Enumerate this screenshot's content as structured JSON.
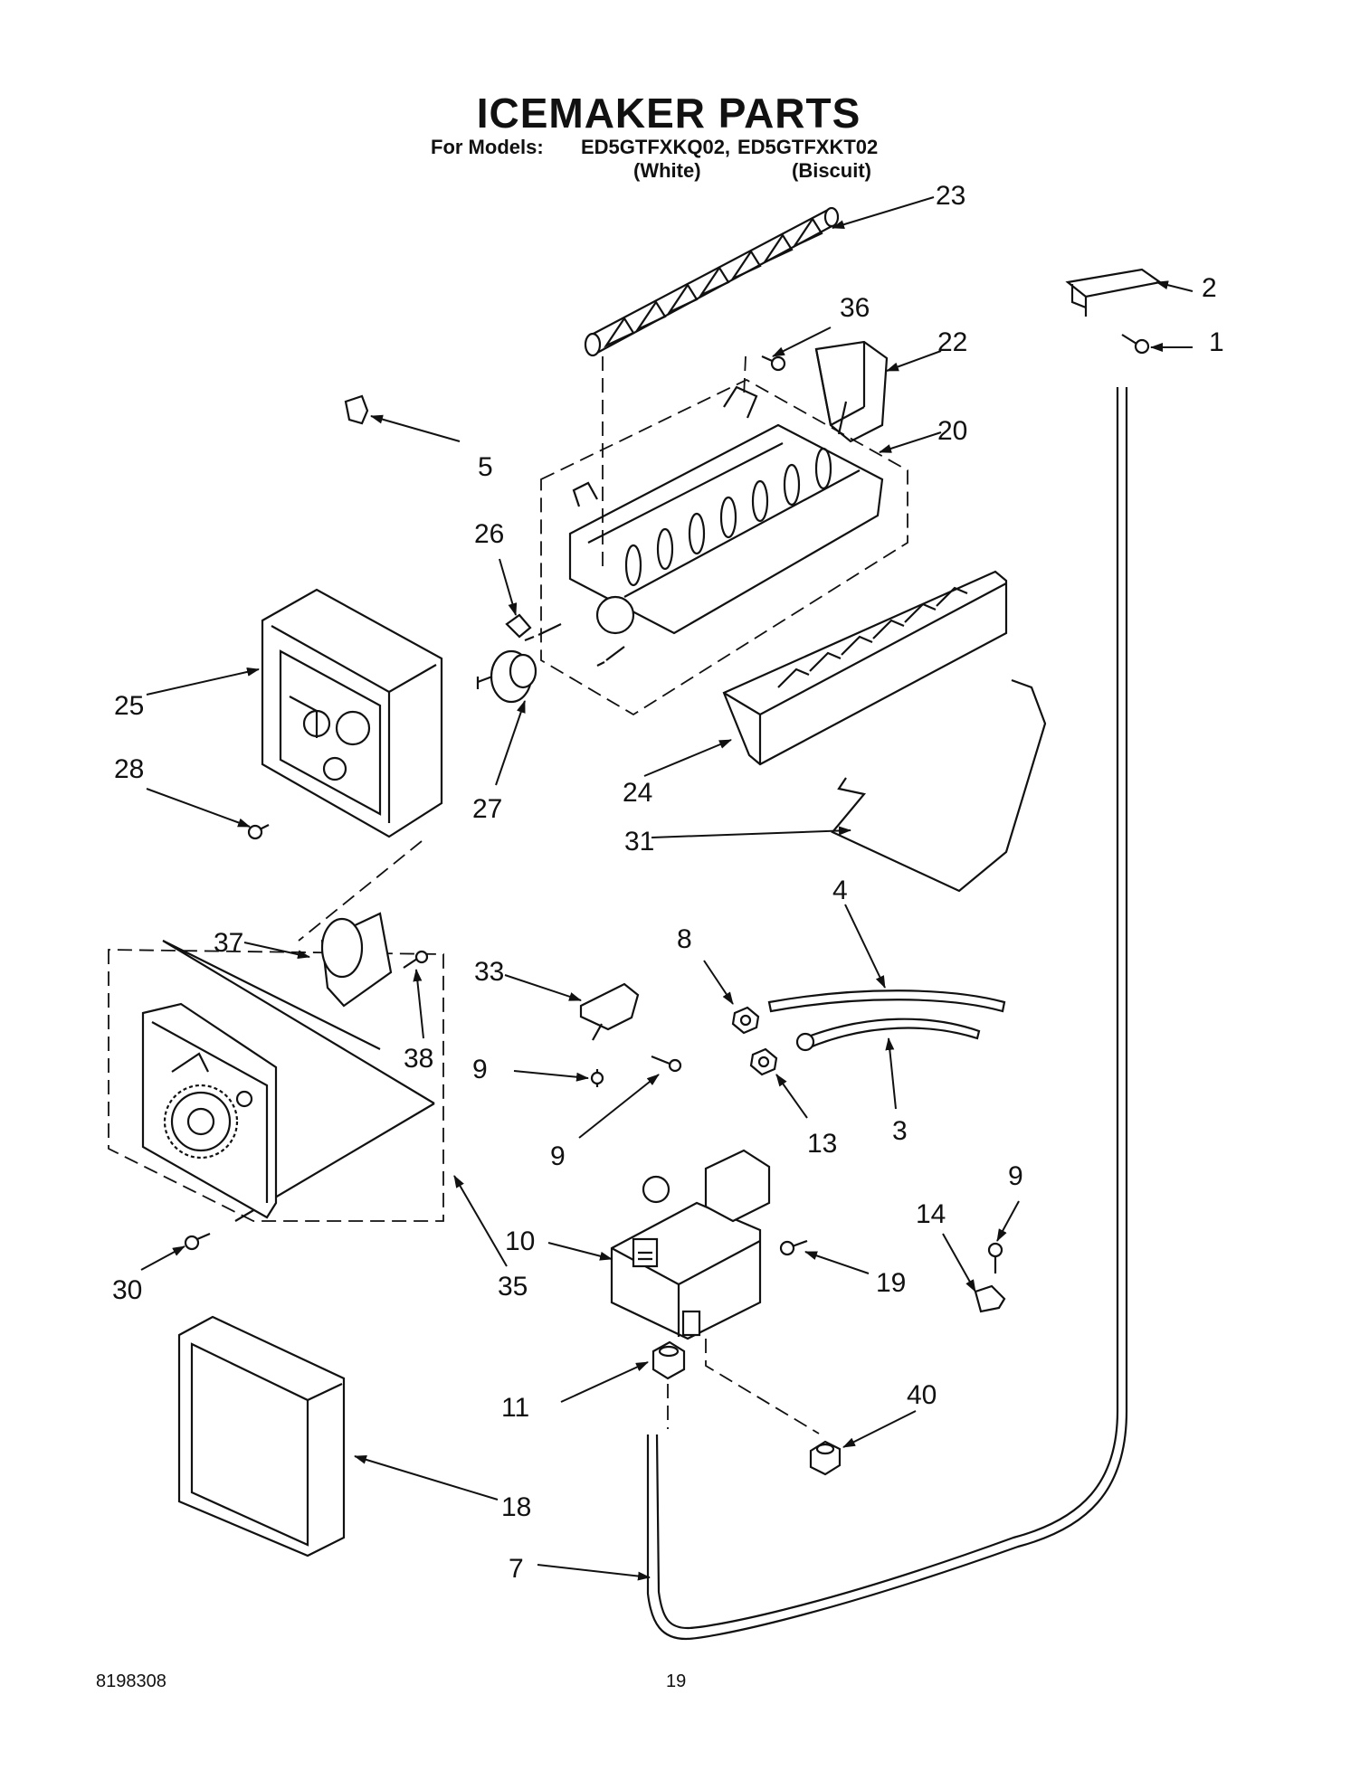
{
  "title": "ICEMAKER PARTS",
  "subtitle": {
    "prefix": "For Models:",
    "model_white": "ED5GTFXKQ02,",
    "model_biscuit": "ED5GTFXKT02",
    "color_white": "(White)",
    "color_biscuit": "(Biscuit)"
  },
  "footer": {
    "doc_number": "8198308",
    "page_number": "19"
  },
  "callouts": [
    "23",
    "36",
    "22",
    "2",
    "1",
    "5",
    "20",
    "26",
    "25",
    "27",
    "28",
    "24",
    "31",
    "37",
    "33",
    "38",
    "4",
    "8",
    "9",
    "9",
    "13",
    "3",
    "9",
    "14",
    "10",
    "19",
    "30",
    "35",
    "11",
    "40",
    "18",
    "7"
  ]
}
